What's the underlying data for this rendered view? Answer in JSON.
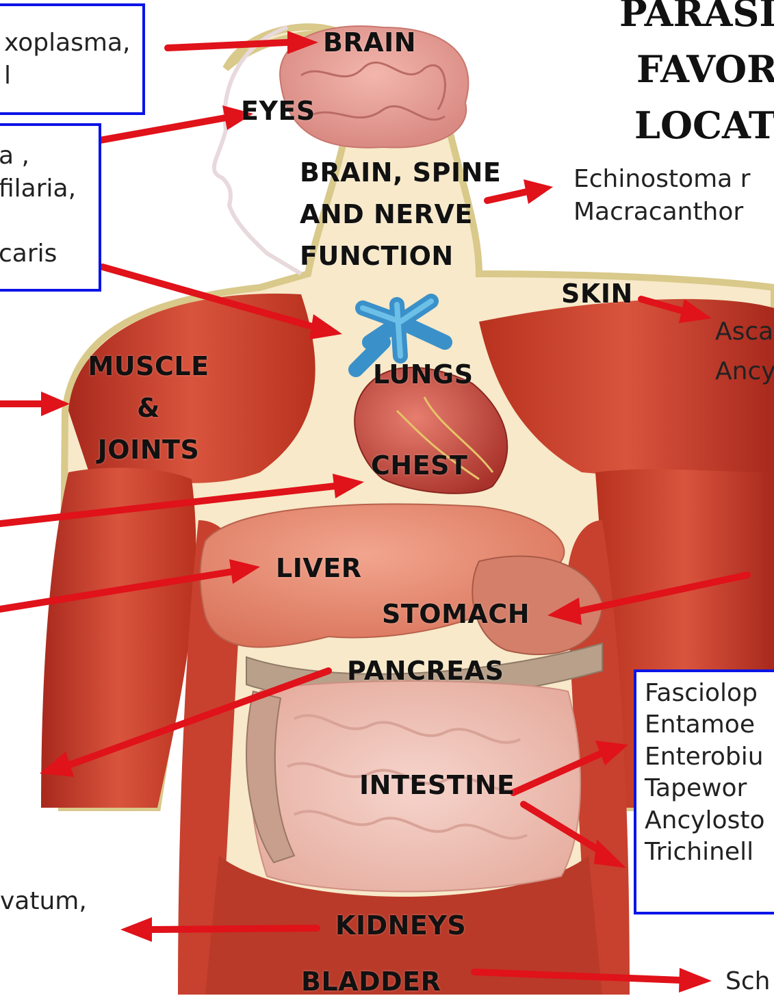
{
  "title_lines": [
    "PARASI",
    "FAVOR",
    "LOCAT"
  ],
  "organs": {
    "brain": "BRAIN",
    "eyes": "EYES",
    "brain_spine_lines": [
      "BRAIN, SPINE",
      "AND NERVE",
      "FUNCTION"
    ],
    "skin": "SKIN",
    "muscle_lines": [
      "MUSCLE",
      "&",
      "JOINTS"
    ],
    "lungs": "LUNGS",
    "chest": "CHEST",
    "liver": "LIVER",
    "stomach": "STOMACH",
    "pancreas": "PANCREAS",
    "intestine": "INTESTINE",
    "kidneys": "KIDNEYS",
    "bladder": "BLADDER"
  },
  "notes": {
    "brain_box_lines": [
      "xoplasma,",
      "l"
    ],
    "eyes_box_lines": [
      "a ,",
      "filaria,",
      "",
      "caris"
    ],
    "brain_spine_lines": [
      "Echinostoma r",
      "Macracanthor"
    ],
    "skin_lines": [
      "Asca",
      "Ancy"
    ],
    "intestine_box_lines": [
      "Fasciolop",
      "Entamoe",
      "Enterobiu",
      "Tapewor",
      "Ancylosto",
      "Trichinell"
    ],
    "kidneys": "vatum,",
    "bladder": "Sch"
  },
  "colors": {
    "arrow": "#e0121a",
    "box_border": "#0a14e6",
    "skin_outline": "#d9c98a",
    "muscle": "#c9402e",
    "muscle_dark": "#a8291d",
    "organ_pink": "#e98a74"
  }
}
